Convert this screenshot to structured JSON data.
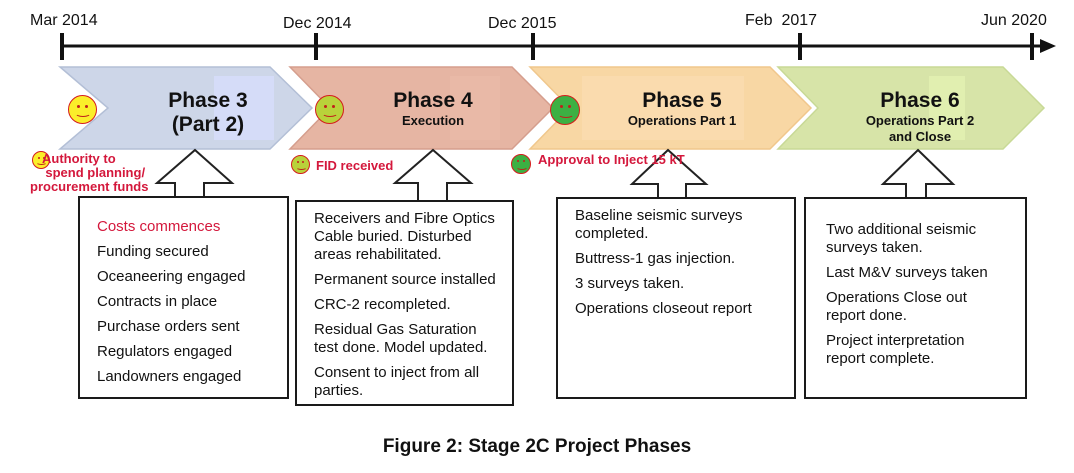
{
  "timeline": {
    "dates": [
      "Mar 2014",
      "Dec 2014",
      "Dec 2015",
      "Feb  2017",
      "Jun 2020"
    ]
  },
  "phases": [
    {
      "title": "Phase 3",
      "subtitle": "(Part 2)",
      "color": "#cdd6e8"
    },
    {
      "title": "Phase 4",
      "subtitle": "Execution",
      "color": "#e6b5a3"
    },
    {
      "title": "Phase 5",
      "subtitle": "Operations Part 1",
      "color": "#f8d7a4"
    },
    {
      "title": "Phase 6",
      "subtitle": "Operations Part 2 and Close",
      "color": "#d7e4a8"
    }
  ],
  "milestones": [
    {
      "lines": [
        "Authority to",
        "spend planning/",
        "procurement funds"
      ],
      "status": "yellow"
    },
    {
      "lines": [
        "FID received"
      ],
      "status": "yellow-green"
    },
    {
      "lines": [
        "Approval to Inject 15 kT"
      ],
      "status": "green"
    }
  ],
  "phase_markers": [
    {
      "status": "yellow"
    },
    {
      "status": "yellow-green"
    },
    {
      "status": "green"
    }
  ],
  "boxes": [
    {
      "items": [
        "Costs commences",
        "Funding secured",
        "Oceaneering engaged",
        "Contracts in place",
        "Purchase orders sent",
        "Regulators engaged",
        "Landowners engaged"
      ]
    },
    {
      "items": [
        "Receivers and Fibre Optics Cable buried. Disturbed areas rehabilitated.",
        "Permanent source installed",
        "CRC-2 recompleted.",
        "Residual Gas Saturation test done. Model updated.",
        "Consent to inject from all parties."
      ]
    },
    {
      "items": [
        "Baseline seismic surveys completed.",
        "Buttress-1 gas injection.",
        "3 surveys taken.",
        "Operations closeout report"
      ]
    },
    {
      "items": [
        "Two additional seismic surveys taken.",
        "Last M&V surveys taken",
        "Operations Close out report done.",
        "Project interpretation report complete."
      ]
    }
  ],
  "colors": {
    "milestone_text": "#d4183c",
    "smiley_yellow": "#fbee2a",
    "smiley_yellow_green": "#b9d23a",
    "smiley_green": "#3cb043"
  },
  "caption": "Figure 2: Stage 2C Project Phases"
}
